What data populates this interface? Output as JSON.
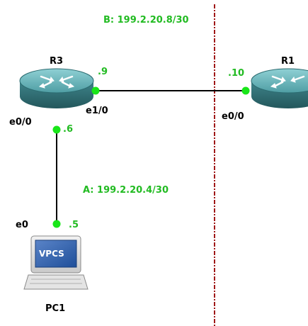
{
  "colors": {
    "link": "#000000",
    "endpoint": "#19e619",
    "subnet_label": "#22bb22",
    "boundary": "#a01818",
    "router_body": "#3a7f85"
  },
  "subnets": {
    "b": "B: 199.2.20.8/30",
    "a": "A: 199.2.20.4/30"
  },
  "devices": {
    "r3": {
      "name": "R3",
      "icon": "router-icon"
    },
    "r1": {
      "name": "R1",
      "icon": "router-icon"
    },
    "pc1": {
      "name": "PC1",
      "icon": "vpcs-computer-icon",
      "screen_text": "VPCS"
    }
  },
  "interfaces": {
    "r3_e1_0": {
      "name": "e1/0",
      "host": ".9"
    },
    "r1_e0_0": {
      "name": "e0/0",
      "host": ".10"
    },
    "r3_e0_0": {
      "name": "e0/0",
      "host": ".6"
    },
    "pc1_e0": {
      "name": "e0",
      "host": ".5"
    }
  }
}
